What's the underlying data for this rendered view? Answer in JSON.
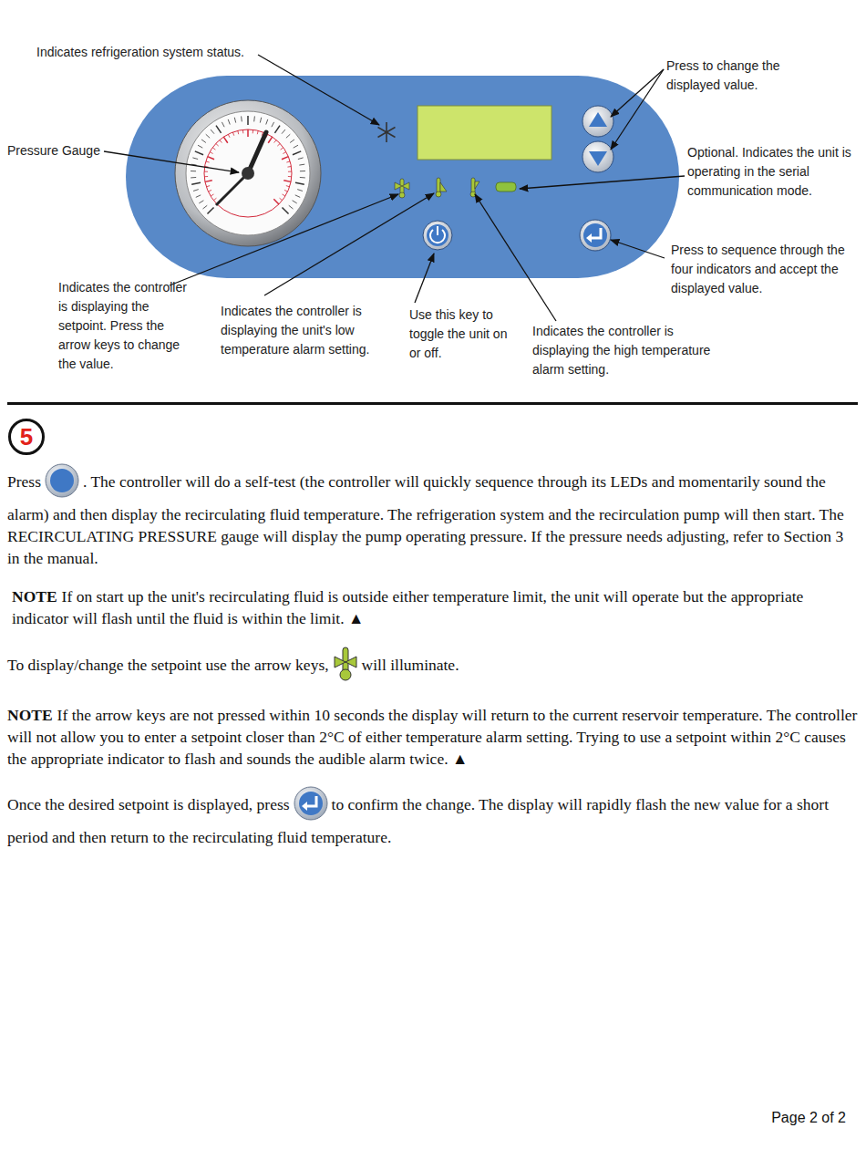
{
  "diagram": {
    "nodes": [
      {
        "text": [
          "5"
        ]
      }
    ],
    "labels": [
      "Indicates refrigeration system status.",
      "Press to change the displayed value.",
      "Pressure Gauge",
      "Optional. Indicates the unit is operating in the serial communication mode.",
      "Press to sequence through the four indicators and accept the displayed value.",
      "Indicates the controller is displaying the setpoint. Press the arrow keys to change the value.",
      "Indicates the controller is displaying the unit's low temperature alarm setting.",
      "Use this key to toggle the unit on or off.",
      "Indicates the controller is displaying the high temperature alarm setting.",
      "Press",
      ". The controller will do a self-test (the controller will quickly sequence through its LEDs and momentarily sound the alarm) and then display the recirculating fluid temperature. The refrigeration system and the recirculation pump will then start. The RECIRCULATING PRESSURE gauge will display the pump operating pressure. If the pressure needs adjusting, refer to Section 3 in the manual.",
      "NOTE",
      "If on start up the unit's recirculating fluid is outside either temperature limit, the unit will operate but the appropriate indicator will flash until the fluid is within the limit. ▲",
      "To display/change the setpoint use the arrow keys,",
      "will illuminate.",
      "NOTE",
      "If the arrow keys are not pressed within 10 seconds the display will return to the current reservoir temperature. The controller will not allow you to enter a setpoint closer than 2°C of either temperature alarm setting. Trying to use a setpoint within 2°C causes the appropriate indicator to flash and sounds the audible alarm twice. ▲",
      "Once the desired setpoint is displayed, press",
      "to confirm the change. The display will rapidly flash the new value for a short period and then return to the recirculating fluid temperature.",
      "Page 2 of 2"
    ]
  }
}
